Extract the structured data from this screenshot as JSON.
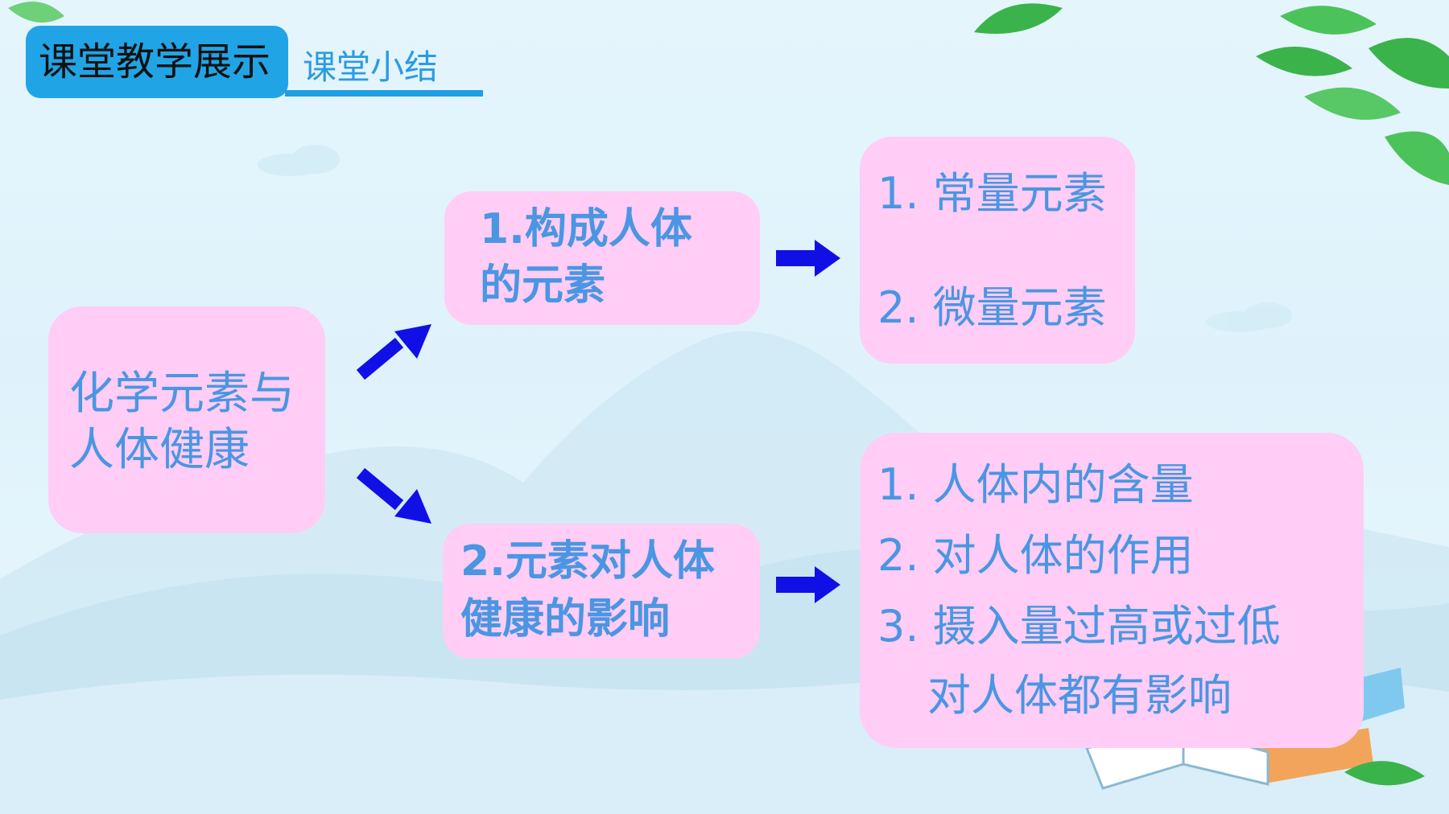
{
  "header": {
    "section_title": "课堂教学展示",
    "subtitle": "课堂小结"
  },
  "diagram": {
    "root": {
      "lines": [
        "化学元素与",
        "人体健康"
      ]
    },
    "branch1": {
      "lines": [
        "1.构成人体",
        "的元素"
      ],
      "children": [
        "1. 常量元素",
        "2. 微量元素"
      ]
    },
    "branch2": {
      "lines": [
        "2.元素对人体",
        "健康的影响"
      ],
      "children": [
        "1. 人体内的含量",
        "2. 对人体的作用",
        "3. 摄入量过高或过低",
        "对人体都有影响"
      ]
    }
  },
  "colors": {
    "box_fill": "#ffcdf5",
    "text": "#4a96e3",
    "arrow": "#1010e6",
    "header_badge": "#21a4e6"
  }
}
